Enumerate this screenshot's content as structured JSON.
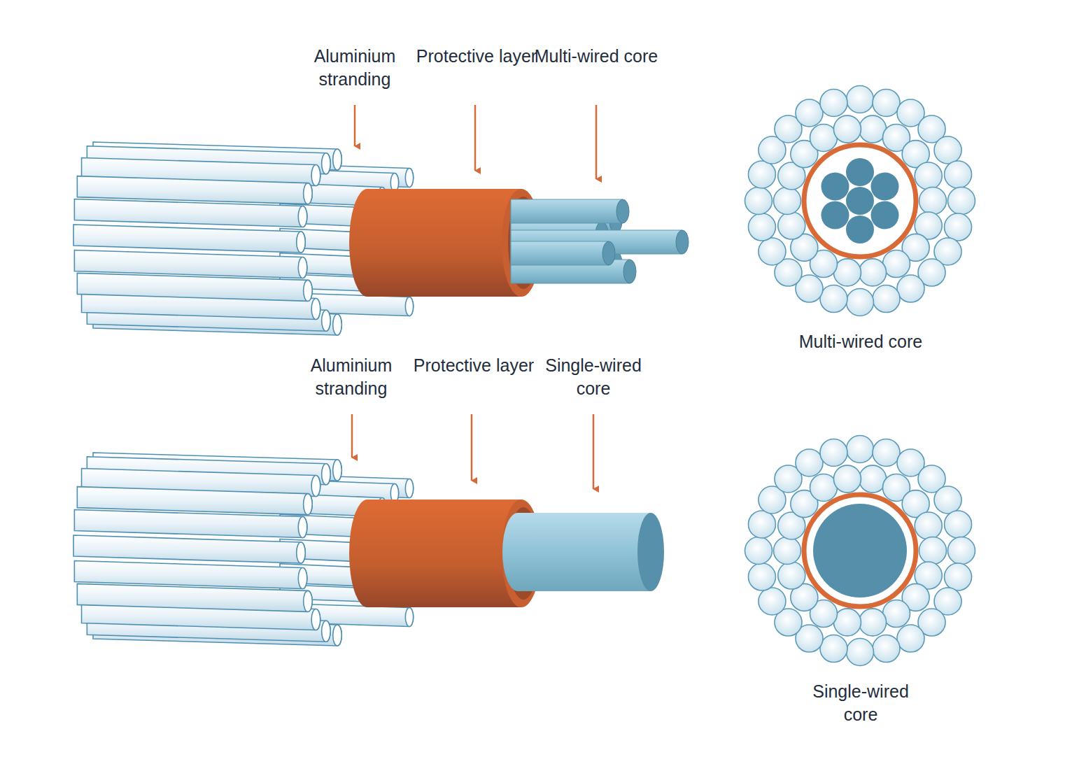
{
  "diagram": {
    "labels": [
      "Aluminium stranding",
      "Protective layer",
      "Multi-wired core",
      "Multi-wired core",
      "Aluminium stranding",
      "Protective layer",
      "Single-wired core",
      "Single-wired core"
    ]
  }
}
